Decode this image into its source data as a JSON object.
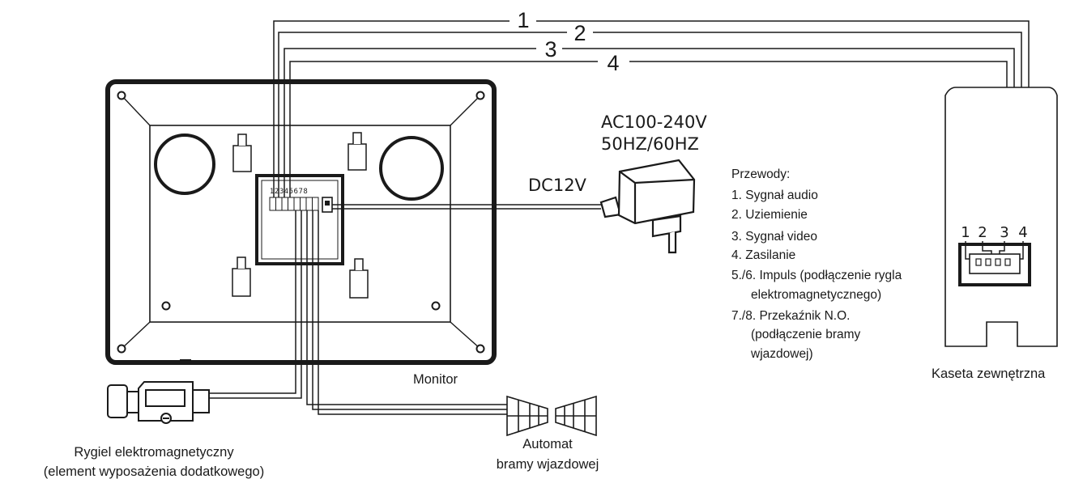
{
  "wire_numbers": [
    "1",
    "2",
    "3",
    "4"
  ],
  "power": {
    "ac_line1": "AC100-240V",
    "ac_line2": "50HZ/60HZ",
    "dc": "DC12V"
  },
  "terminal_digits": "12345678",
  "legend": {
    "title": "Przewody:",
    "items": [
      "1. Sygnał audio",
      "2. Uziemienie",
      "3. Sygnał video",
      "4. Zasilanie",
      "5./6. Impuls (podłączenie rygla",
      "elektromagnetycznego)",
      "7./8. Przekaźnik N.O.",
      "(podłączenie bramy",
      "wjazdowej)"
    ]
  },
  "labels": {
    "monitor": "Monitor",
    "outdoor_unit": "Kaseta zewnętrzna",
    "lock_line1": "Rygiel elektromagnetyczny",
    "lock_line2": "(element wyposażenia dodatkowego)",
    "gate_line1": "Automat",
    "gate_line2": "bramy wjazdowej"
  },
  "outdoor_pins": [
    "1",
    "2",
    "3",
    "4"
  ]
}
